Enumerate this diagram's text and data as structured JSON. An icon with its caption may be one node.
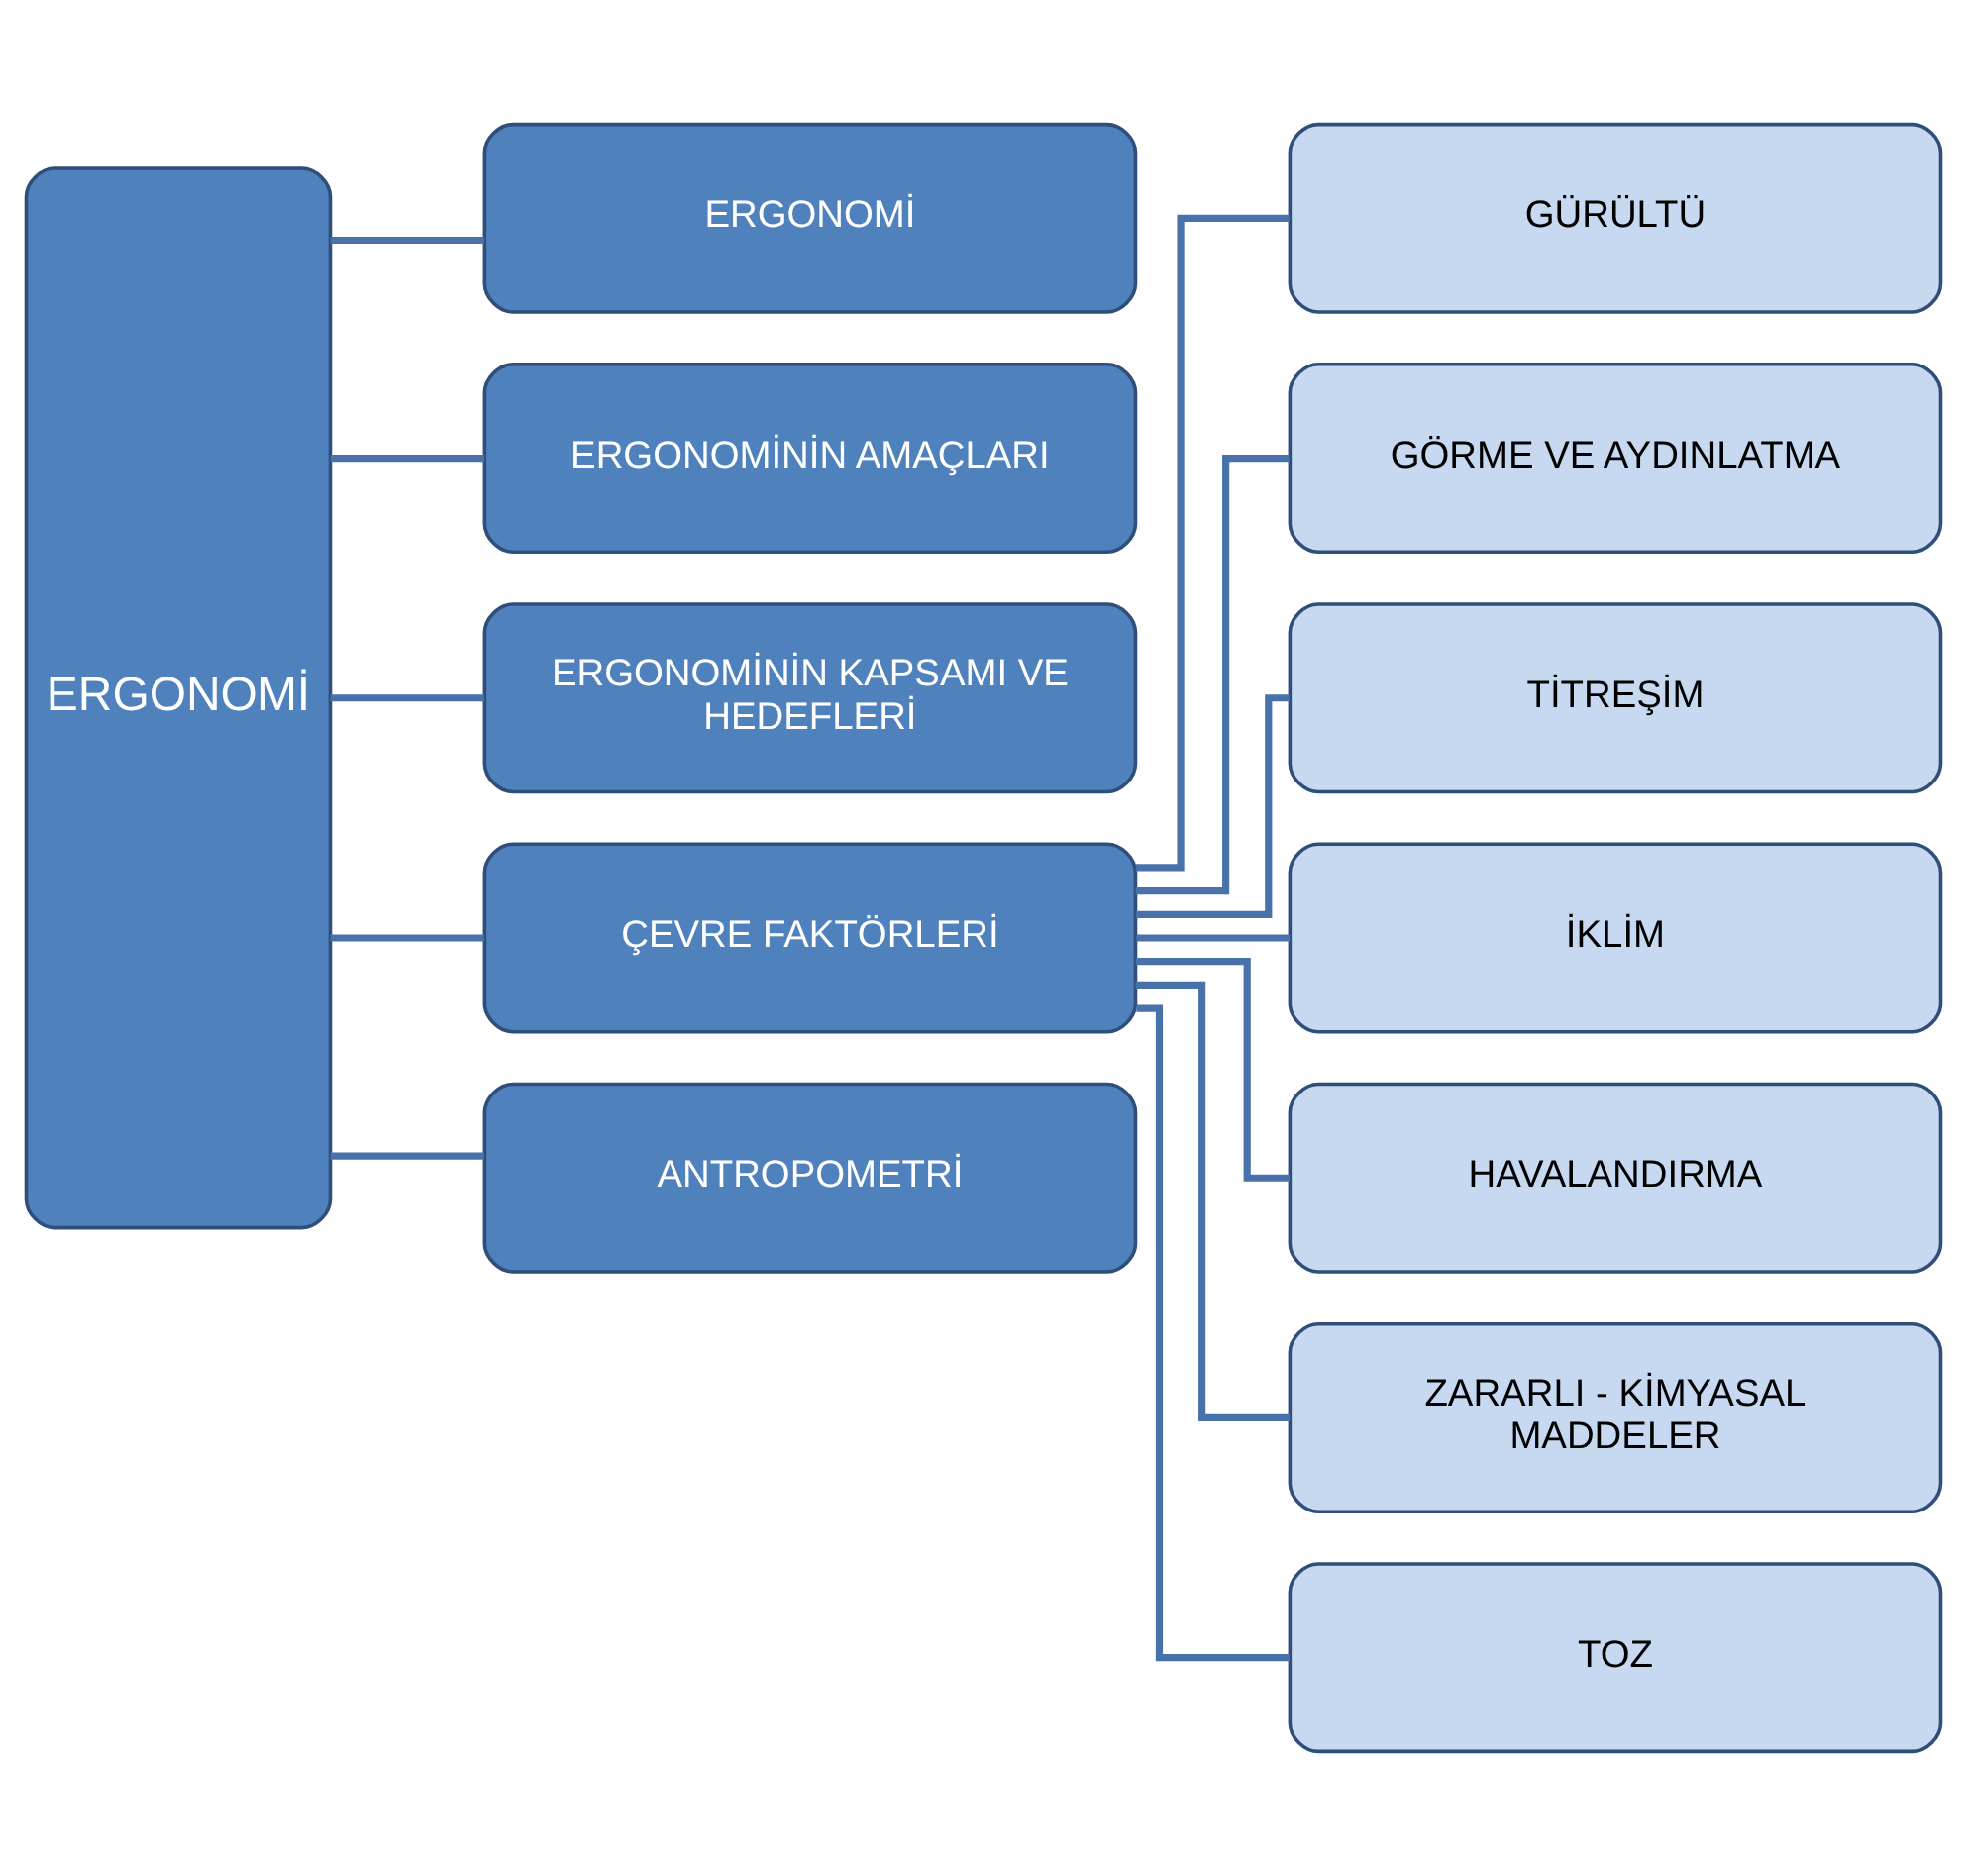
{
  "diagram": {
    "nodes": [
      {
        "text": [
          "ERGONOMİ"
        ]
      },
      {
        "text": [
          "ERGONOMİ"
        ]
      },
      {
        "text": [
          "ERGONOMİNİN AMAÇLARI"
        ]
      },
      {
        "text": [
          "ERGONOMİNİN KAPSAMI VE HEDEFLERİ"
        ]
      },
      {
        "text": [
          "ÇEVRE FAKTÖRLERİ"
        ]
      },
      {
        "text": [
          "ANTROPOMETRİ"
        ]
      },
      {
        "text": [
          "GÜRÜLTÜ"
        ]
      },
      {
        "text": [
          "GÖRME VE AYDINLATMA"
        ]
      },
      {
        "text": [
          "TİTREŞİM"
        ]
      },
      {
        "text": [
          "İKLİM"
        ]
      },
      {
        "text": [
          "HAVALANDIRMA"
        ]
      },
      {
        "text": [
          "ZARARLI - KİMYASAL MADDELER"
        ]
      },
      {
        "text": [
          "TOZ"
        ]
      }
    ],
    "edges": [
      {
        "from": 0,
        "to": 1,
        "arrow": "none"
      },
      {
        "from": 0,
        "to": 2,
        "arrow": "none"
      },
      {
        "from": 0,
        "to": 3,
        "arrow": "none"
      },
      {
        "from": 0,
        "to": 4,
        "arrow": "none"
      },
      {
        "from": 0,
        "to": 5,
        "arrow": "none"
      },
      {
        "from": 4,
        "to": 6,
        "arrow": "none"
      },
      {
        "from": 4,
        "to": 7,
        "arrow": "none"
      },
      {
        "from": 4,
        "to": 8,
        "arrow": "none"
      },
      {
        "from": 4,
        "to": 9,
        "arrow": "none"
      },
      {
        "from": 4,
        "to": 10,
        "arrow": "none"
      },
      {
        "from": 4,
        "to": 11,
        "arrow": "none"
      },
      {
        "from": 4,
        "to": 12,
        "arrow": "none"
      }
    ]
  }
}
